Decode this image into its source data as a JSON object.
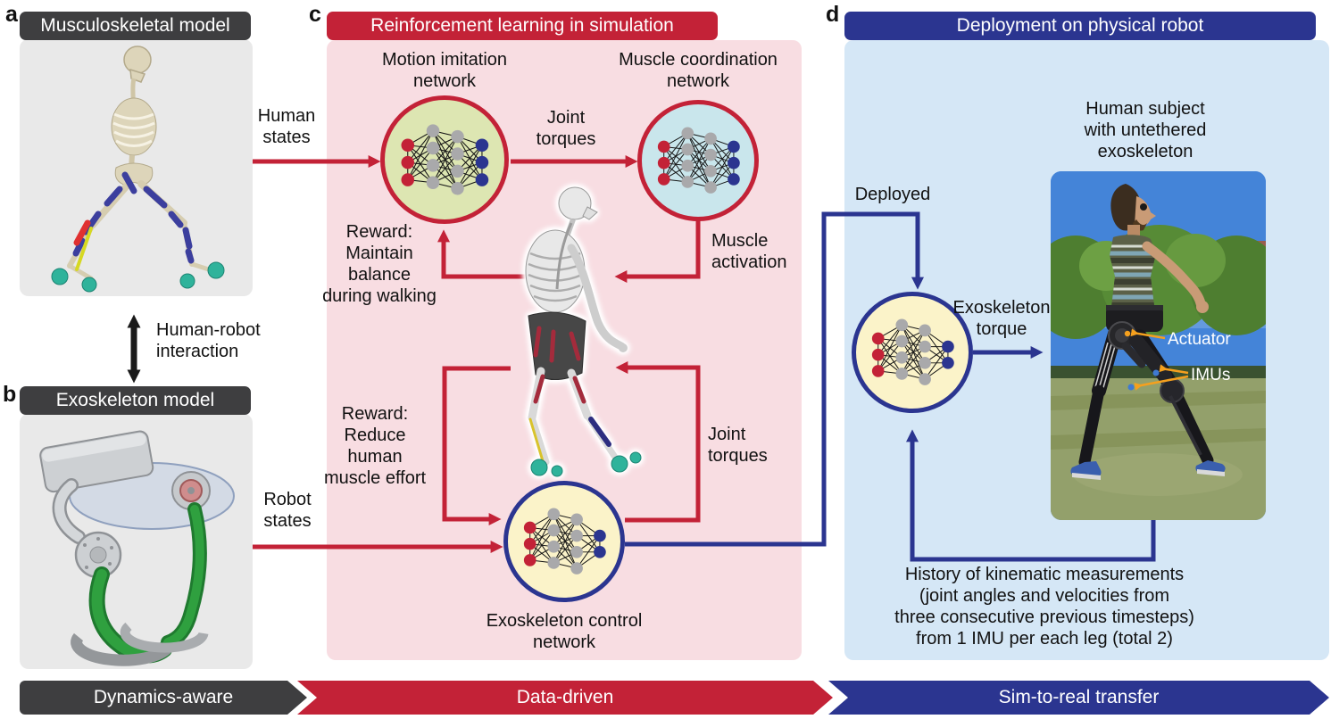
{
  "panel_a": {
    "tag": "a",
    "title": "Musculoskeletal model"
  },
  "panel_b": {
    "tag": "b",
    "title": "Exoskeleton model"
  },
  "interaction_label": "Human-robot\ninteraction",
  "human_states": "Human\nstates",
  "robot_states": "Robot\nstates",
  "panel_c": {
    "tag": "c",
    "title": "Reinforcement learning in simulation",
    "motion_net": "Motion imitation\nnetwork",
    "muscle_net": "Muscle coordination\nnetwork",
    "joint_torques_top": "Joint\ntorques",
    "muscle_activation": "Muscle\nactivation",
    "reward_balance": "Reward:\nMaintain\nbalance\nduring walking",
    "reward_effort": "Reward:\nReduce\nhuman\nmuscle effort",
    "joint_torques_bottom": "Joint\ntorques",
    "control_net": "Exoskeleton control\nnetwork"
  },
  "panel_d": {
    "tag": "d",
    "title": "Deployment on physical robot",
    "deployed": "Deployed",
    "subject": "Human subject\nwith untethered\nexoskeleton",
    "exo_torque": "Exoskeleton\ntorque",
    "actuator": "Actuator",
    "imus": "IMUs",
    "history": "History of kinematic measurements\n(joint angles and velocities from\nthree consecutive previous timesteps)\nfrom 1 IMU per each leg (total 2)"
  },
  "bottom_bar": {
    "dynamics": "Dynamics-aware",
    "data": "Data-driven",
    "sim2real": "Sim-to-real transfer"
  },
  "colors": {
    "red": "#c32237",
    "navy": "#2b3590",
    "dark": "#3e3e40",
    "pink": "#f8dde2",
    "light_blue": "#d5e7f6",
    "panel_gray": "#e9e9e9",
    "orange": "#f5a01e",
    "teal": "#2fb39b",
    "net_green": "#dde6b2",
    "net_blue": "#c9e6ec",
    "net_yellow": "#fbf3c9"
  }
}
